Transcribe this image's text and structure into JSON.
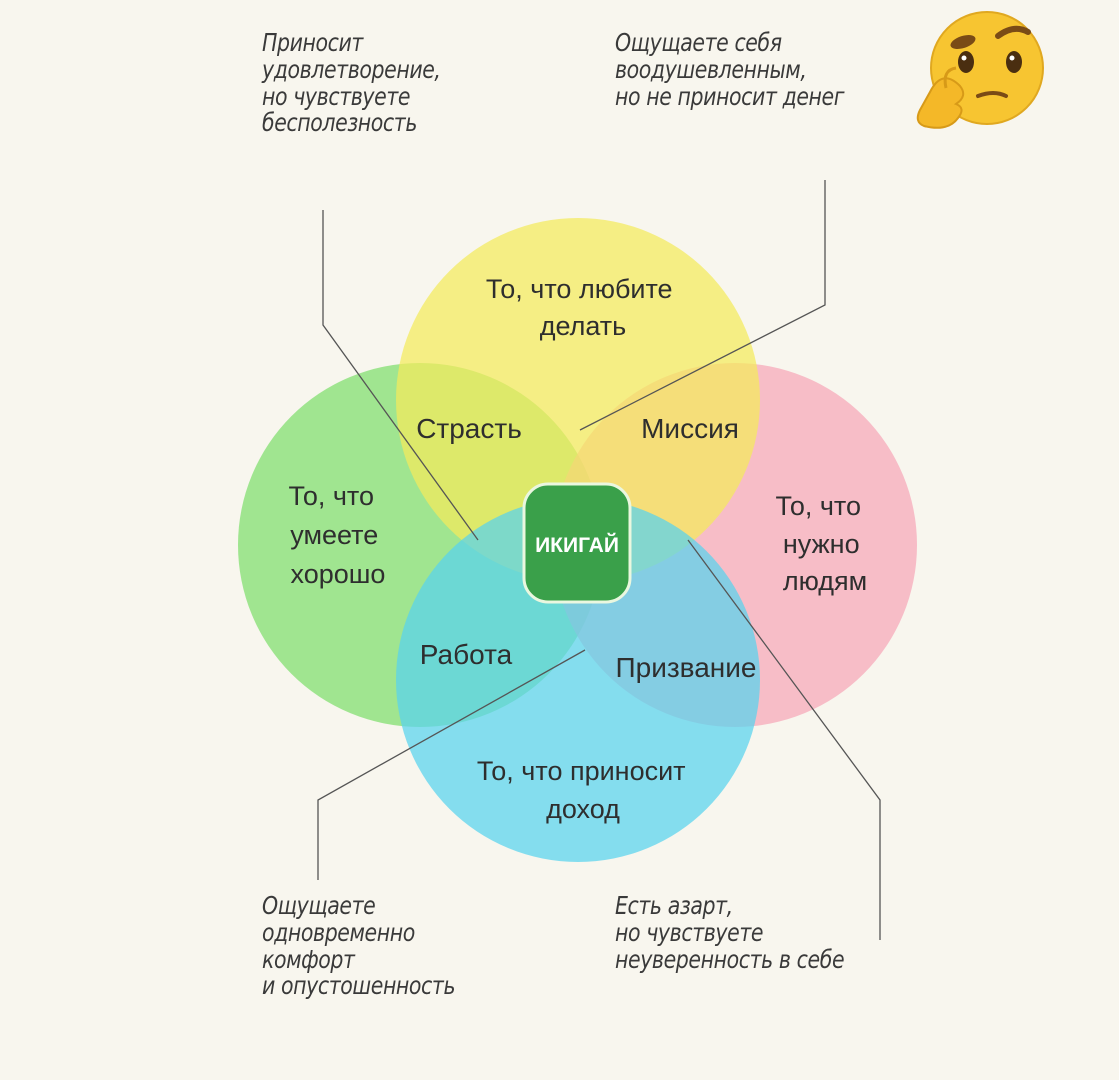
{
  "notes": {
    "top_left": [
      "Приносит",
      "удовлетворение,",
      "но чувствуете",
      "бесполезность"
    ],
    "top_right": [
      "Ощущаете себя",
      "воодушевленным,",
      "но не приносит денег"
    ],
    "bottom_left": [
      "Ощущаете",
      "одновременно",
      "комфорт",
      "и опустошенность"
    ],
    "bottom_right": [
      "Есть азарт,",
      "но чувствуете",
      "неуверенность в себе"
    ]
  },
  "circles": {
    "love": {
      "line1": "То, что любите",
      "line2": "делать",
      "color": "#f4ea5c"
    },
    "good_at": {
      "line1": "То, что",
      "line2": "умеете",
      "line3": "хорошо",
      "color": "#7ede6c"
    },
    "needs": {
      "line1": "То, что",
      "line2": "нужно",
      "line3": "людям",
      "color": "#f6a6b8"
    },
    "paid": {
      "line1": "То, что приносит",
      "line2": "доход",
      "color": "#57d2ee"
    }
  },
  "overlaps": {
    "passion": "Страсть",
    "mission": "Миссия",
    "profession": "Работа",
    "vocation": "Призвание"
  },
  "center": {
    "label": "ИКИГАЙ",
    "color": "#3aa04a"
  },
  "emoji": {
    "name": "thinking-face-icon",
    "color": "#f7c531"
  }
}
